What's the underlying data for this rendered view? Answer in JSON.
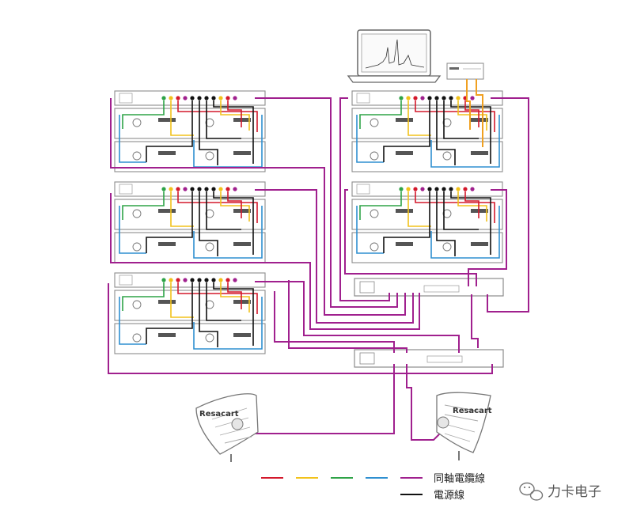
{
  "legend": {
    "coax_label": "同軸電纜線",
    "power_label": "電源線",
    "coax_colors": [
      "#d3182b",
      "#f2c21b",
      "#2ea347",
      "#2f8fd0",
      "#a0208e"
    ],
    "power_color": "#111111"
  },
  "antennas": [
    {
      "brand": "Resacart"
    },
    {
      "brand": "Resacart"
    }
  ],
  "watermark": {
    "text": "力卡电子",
    "icon": "wechat-icon"
  },
  "colors": {
    "purple": "#a0208e",
    "orange": "#f0a020",
    "red": "#d3182b",
    "yellow": "#f2c21b",
    "green": "#2ea347",
    "blue": "#2f8fd0",
    "black": "#111111",
    "rack_stroke": "#8c8c8c"
  }
}
